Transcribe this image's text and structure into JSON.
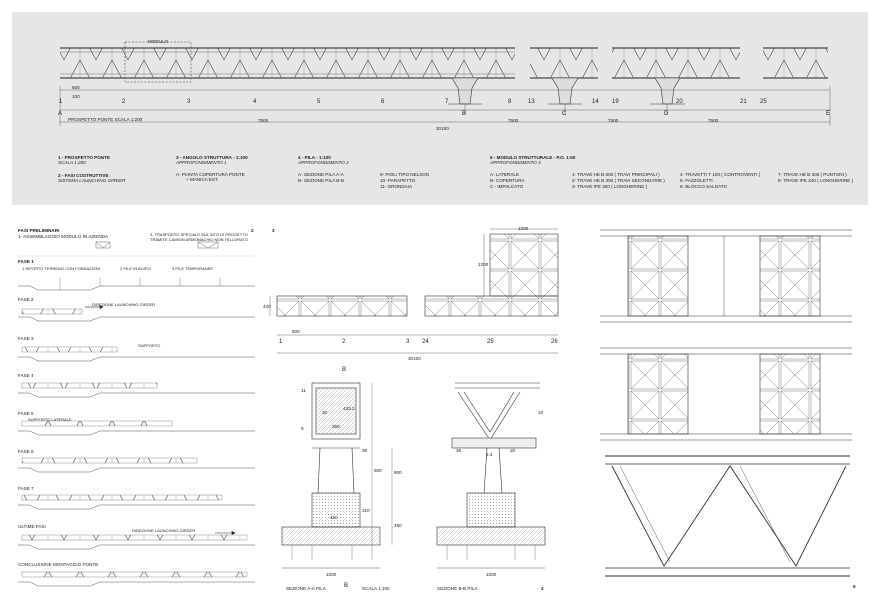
{
  "elevation": {
    "module_label": "MODULO",
    "caption": "PROSPETTO PONTE SCALA 1:200",
    "bay_numbers": [
      "1",
      "2",
      "3",
      "4",
      "5",
      "6",
      "7",
      "8",
      "13",
      "14",
      "19",
      "20",
      "21",
      "25"
    ],
    "support_letters": [
      "A",
      "B",
      "C",
      "D",
      "E"
    ],
    "dims": [
      "600",
      "100",
      "7500",
      "7500",
      "7500",
      "7500",
      "30100"
    ]
  },
  "legend": {
    "col1": {
      "title1": "1 - PROSPETTO PONTE",
      "sub1": "SCALA 1:200",
      "title2": "2 - FASI COSTRUTTIVE",
      "sub2": "SISTEMA LAUNCHING GIRDER"
    },
    "col2": {
      "title": "3 - ANGOLO STRUTTURA - 1:100",
      "sub": "APPROFONDIMENTO 1",
      "items": [
        "A- PIANTA COPERTURA PONTE",
        "+ MANICA EST."
      ]
    },
    "col3": {
      "title": "4 - PILA - 1:100",
      "sub": "APPROFONDIMENTO 2",
      "items_a": [
        "A- SEZIONE PILA A-A",
        "B- SEZIONE PILA B-B"
      ],
      "items_b": [
        "9- PIOLI TIPO NELSON",
        "10- PARAPETTO",
        "11- GRONDAIA"
      ]
    },
    "col4": {
      "title": "5 - MODULO STRUTTURALE - P.O. 1:50",
      "sub": "APPROFONDIMENTO 3",
      "items_a": [
        "A- LATERALE",
        "B- COPERTURA",
        "C - IMPALCATO"
      ],
      "items_b": [
        "1- TRAVE HE B 600 ( TRAVI PRINCIPALI )",
        "2- TRAVE HE B 300 ( TRAVI SECONDARIE )",
        "3- TRAVE IPE 300 ( LONGHERINE )"
      ],
      "items_c": [
        "4- TRAVETTI T 100 ( CONTROVENTI )",
        "5- FAZZOLETTI",
        "6- BLOCCO SALDATO"
      ],
      "items_d": [
        "7- TRAVE HE B 300 ( PUNTONI )",
        "8- TRAVE IPE 240 ( LONGHERINE )"
      ]
    }
  },
  "phases": {
    "title": "FASI PRELIMINARI",
    "number": "2",
    "step1": "1- ASSEMBLAGGIO MODULO IN AZIENDA",
    "step2": "2- TRASPORTO SPECIALE SUL SITO DI PROGETTO TRAMITE CAMION ARMOMACHIO NON TELLORATO",
    "rows": [
      {
        "label": "FASE 1",
        "note": "1 RIPORTO TERRENO CON FONDAZIONI",
        "note2": "2 PILE IN ALVEO",
        "note3": "3 PILE TEMPORANEE"
      },
      {
        "label": "FASE 2",
        "note": "DIREZIONE LAUNCHING GIRDER"
      },
      {
        "label": "FASE 3",
        "note": "SUPPORTO"
      },
      {
        "label": "FASE 4",
        "note": ""
      },
      {
        "label": "FASE 5",
        "note": "SUPPORTO LATERALE"
      },
      {
        "label": "FASE 6",
        "note": ""
      },
      {
        "label": "FASE 7",
        "note": ""
      },
      {
        "label": "ULTIME FASI",
        "note": "DIREZIONE LAUNCHING GIRDER"
      },
      {
        "label": "CONCLUSIONE MONTAGGIO PONTE",
        "note": ""
      }
    ]
  },
  "plan": {
    "number": "3",
    "dims": [
      "1200",
      "1200",
      "420",
      "600",
      "30100"
    ],
    "bay_numbers": [
      "1",
      "2",
      "3",
      "24",
      "25",
      "26"
    ]
  },
  "pier": {
    "sectionA": {
      "labels": [
        "B",
        "11",
        "10",
        "9",
        "433.2",
        "380",
        "36",
        "600",
        "900",
        "420",
        "310",
        "460",
        "1000"
      ],
      "caption": "SEZIONE A-A PILA",
      "scale": "SCALA 1:100",
      "marker": "B"
    },
    "sectionB": {
      "labels": [
        "10",
        "36",
        "2.4",
        "20",
        "1000"
      ],
      "caption": "SEZIONE B-B PILA",
      "number": "4"
    }
  },
  "module": {
    "number": "5"
  }
}
